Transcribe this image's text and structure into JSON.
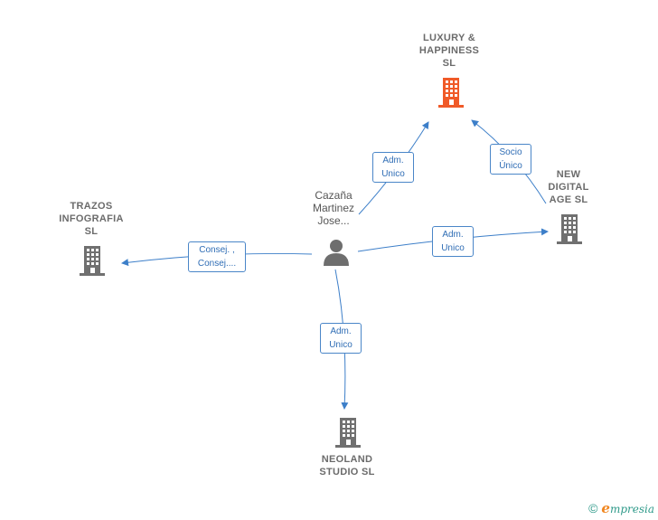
{
  "nodes": {
    "center": {
      "label": "Cazaña\nMartinez\nJose..."
    },
    "luxury": {
      "label": "LUXURY &\nHAPPINESS\nSL",
      "color": "#f05a28"
    },
    "new_digital": {
      "label": "NEW\nDIGITAL\nAGE SL",
      "color": "#707070"
    },
    "trazos": {
      "label": "TRAZOS\nINFOGRAFIA\nSL",
      "color": "#707070"
    },
    "neoland": {
      "label": "NEOLAND\nSTUDIO SL",
      "color": "#707070"
    }
  },
  "edges": {
    "to_luxury": "Adm.\nUnico",
    "newdigital_to_luxury": "Socio\nÚnico",
    "to_new_digital": "Adm.\nUnico",
    "to_trazos": "Consej. ,\nConsej....",
    "to_neoland": "Adm.\nUnico"
  },
  "colors": {
    "edge": "#3d7fc9",
    "person": "#6e6e6e"
  },
  "footer": {
    "copyright": "©",
    "brand_initial": "e",
    "brand_rest": "mpresia"
  }
}
